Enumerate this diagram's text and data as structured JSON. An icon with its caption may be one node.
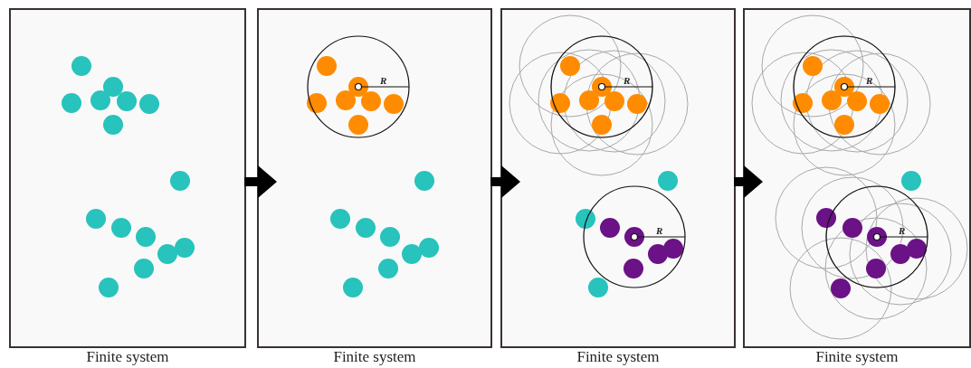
{
  "diagram": {
    "nodes": [
      {
        "text": [
          "Finite system"
        ]
      },
      {
        "text": [
          "Finite system"
        ]
      },
      {
        "text": [
          "Finite system"
        ]
      },
      {
        "text": [
          "Finite system"
        ]
      }
    ],
    "edges": [
      {
        "from": 0,
        "to": 1,
        "arrow": "to"
      },
      {
        "from": 1,
        "to": 2,
        "arrow": "to"
      },
      {
        "from": 2,
        "to": 3,
        "arrow": "to"
      }
    ],
    "labels": [
      "R",
      "R",
      "R",
      "R",
      "R"
    ]
  }
}
